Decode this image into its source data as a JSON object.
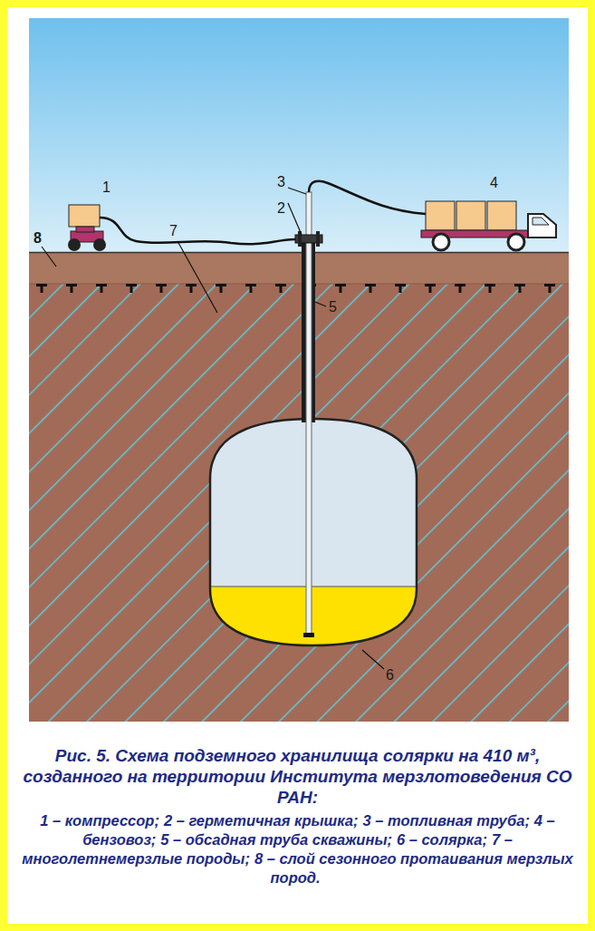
{
  "diagram": {
    "caption": "Рис. 5. Схема подземного хранилища солярки на 410 м³, созданного на территории Института мерзлотоведения СО РАН:",
    "labels": [
      "1",
      "2",
      "3",
      "4",
      "5",
      "6",
      "7",
      "8"
    ],
    "legend": [
      {
        "text": "1 – компрессор;"
      },
      {
        "text": "2 – герметичная крышка;"
      },
      {
        "text": "3 – топливная труба;"
      },
      {
        "text": "4 – бензовоз;"
      },
      {
        "text": "5 – обсадная труба скважины;"
      },
      {
        "text": "6 – солярка;"
      },
      {
        "text": "7 – многолетнемерзлые породы;"
      },
      {
        "text": "8 – слой сезонного протаивания мерзлых пород."
      }
    ]
  }
}
